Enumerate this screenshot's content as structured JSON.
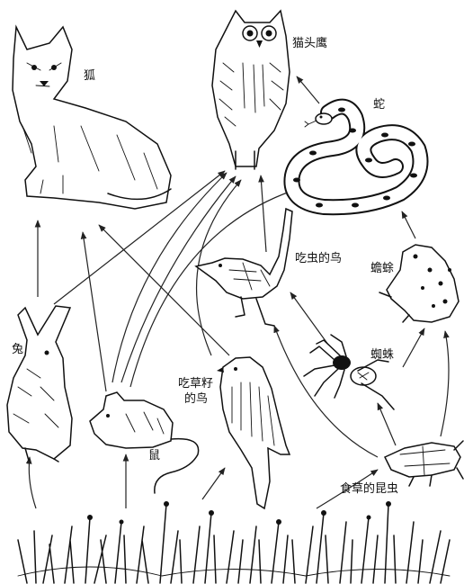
{
  "labels": {
    "fox": "狐",
    "owl": "猫头鹰",
    "snake": "蛇",
    "insectivorous_bird": "吃虫的鸟",
    "toad": "蟾蜍",
    "rabbit": "兔",
    "seed_bird_line1": "吃草籽",
    "seed_bird_line2": "的鸟",
    "spider": "蜘蛛",
    "mouse": "鼠",
    "herbivorous_insect": "食草的昆虫"
  }
}
